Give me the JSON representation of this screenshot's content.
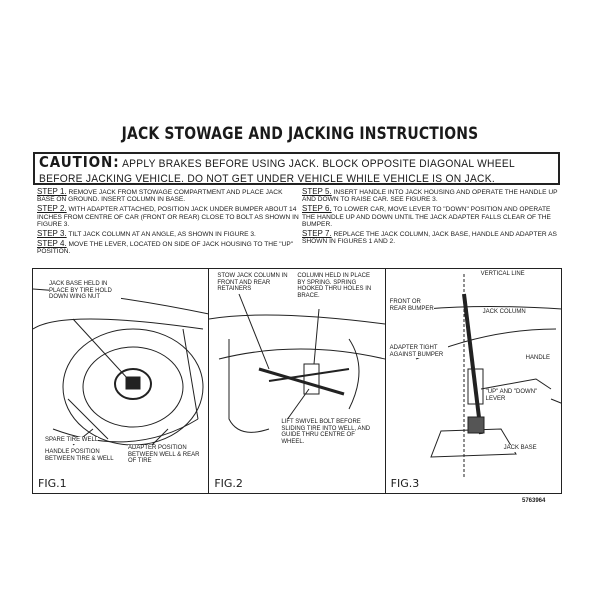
{
  "title": "JACK STOWAGE AND JACKING INSTRUCTIONS",
  "caution": {
    "label": "CAUTION:",
    "text": "APPLY BRAKES BEFORE USING JACK. BLOCK OPPOSITE DIAGONAL WHEEL BEFORE JACKING VEHICLE. DO NOT GET UNDER VEHICLE WHILE VEHICLE IS ON JACK."
  },
  "steps": [
    {
      "label": "STEP 1.",
      "text": "REMOVE JACK FROM STOWAGE COMPARTMENT AND PLACE JACK BASE ON GROUND. INSERT COLUMN IN BASE."
    },
    {
      "label": "STEP 2.",
      "text": "WITH ADAPTER ATTACHED, POSITION JACK UNDER BUMPER ABOUT 14 INCHES FROM CENTRE OF CAR (FRONT OR REAR) CLOSE TO BOLT AS SHOWN IN FIGURE 3."
    },
    {
      "label": "STEP 3.",
      "text": "TILT JACK COLUMN AT AN ANGLE, AS SHOWN IN FIGURE 3."
    },
    {
      "label": "STEP 4.",
      "text": "MOVE THE LEVER, LOCATED ON SIDE OF JACK HOUSING TO THE \"UP\" POSITION."
    },
    {
      "label": "STEP 5.",
      "text": "INSERT HANDLE INTO JACK HOUSING AND OPERATE THE HANDLE UP AND DOWN TO RAISE CAR. SEE FIGURE 3."
    },
    {
      "label": "STEP 6.",
      "text": "TO LOWER CAR, MOVE LEVER TO \"DOWN\" POSITION AND OPERATE THE HANDLE UP AND DOWN UNTIL THE JACK ADAPTER FALLS CLEAR OF THE BUMPER."
    },
    {
      "label": "STEP 7.",
      "text": "REPLACE THE JACK COLUMN, JACK BASE, HANDLE AND ADAPTER AS SHOWN IN FIGURES 1 AND 2."
    }
  ],
  "figures": [
    {
      "name": "FIG.1",
      "labels": [
        "JACK BASE HELD IN PLACE BY TIRE HOLD DOWN WING NUT",
        "SPARE TIRE WELL",
        "HANDLE POSITION BETWEEN TIRE & WELL",
        "ADAPTER POSITION BETWEEN WELL & REAR OF TIRE"
      ]
    },
    {
      "name": "FIG.2",
      "labels": [
        "STOW JACK COLUMN IN FRONT AND REAR RETAINERS",
        "COLUMN HELD IN PLACE BY SPRING. SPRING HOOKED THRU HOLES IN BRACE.",
        "LIFT SWIVEL BOLT BEFORE SLIDING TIRE INTO WELL, AND GUIDE THRU CENTRE OF WHEEL."
      ]
    },
    {
      "name": "FIG.3",
      "labels": [
        "VERTICAL LINE",
        "FRONT OR REAR BUMPER",
        "JACK COLUMN",
        "ADAPTER TIGHT AGAINST BUMPER",
        "HANDLE",
        "\"UP\" AND \"DOWN\" LEVER",
        "JACK BASE"
      ]
    }
  ],
  "part_number": "5763964"
}
